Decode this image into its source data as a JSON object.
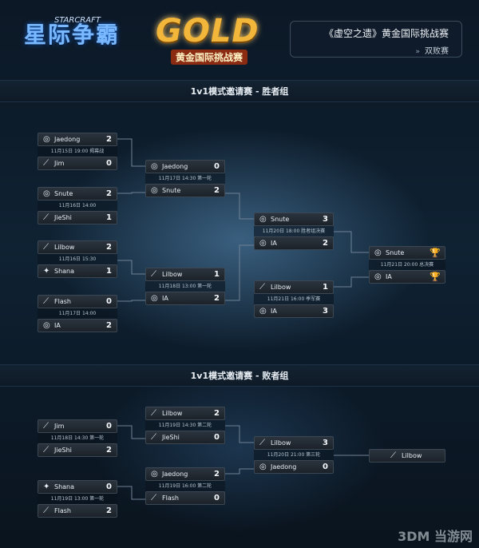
{
  "header": {
    "logo_left": "星际争霸",
    "logo_left_sub": "STARCRAFT",
    "logo_gold": "GOLD",
    "logo_gold_sub": "黄金国际挑战赛",
    "title": "《虚空之遗》黄金国际挑战赛",
    "subtitle": "双败赛"
  },
  "sections": {
    "winners": "1v1模式邀请赛 - 胜者组",
    "losers": "1v1模式邀请赛 - 败者组"
  },
  "winners": {
    "r1": [
      {
        "p1": "Jaedong",
        "s1": "2",
        "p2": "Jim",
        "s2": "0",
        "info": "11月15日 19:00 揭幕战"
      },
      {
        "p1": "Snute",
        "s1": "2",
        "p2": "JieShi",
        "s2": "1",
        "info": "11月16日 14:00"
      },
      {
        "p1": "Lilbow",
        "s1": "2",
        "p2": "Shana",
        "s2": "1",
        "info": "11月16日 15:30"
      },
      {
        "p1": "Flash",
        "s1": "0",
        "p2": "IA",
        "s2": "2",
        "info": "11月17日 14:00"
      }
    ],
    "r2": [
      {
        "p1": "Jaedong",
        "s1": "0",
        "p2": "Snute",
        "s2": "2",
        "info": "11月17日 14:30 第一轮"
      },
      {
        "p1": "Lilbow",
        "s1": "1",
        "p2": "IA",
        "s2": "2",
        "info": "11月18日 13:00 第一轮"
      }
    ],
    "r3": [
      {
        "p1": "Snute",
        "s1": "3",
        "p2": "IA",
        "s2": "2",
        "info": "11月20日 18:00 胜者组决赛"
      },
      {
        "p1": "Lilbow",
        "s1": "1",
        "p2": "IA",
        "s2": "3",
        "info": "11月21日 16:00 季军赛"
      }
    ],
    "final": {
      "p1": "Snute",
      "p2": "IA",
      "info": "11月21日 20:00 总决赛"
    }
  },
  "losers": {
    "r1": [
      {
        "p1": "Jim",
        "s1": "0",
        "p2": "JieShi",
        "s2": "2",
        "info": "11月18日 14:30 第一轮"
      },
      {
        "p1": "Shana",
        "s1": "0",
        "p2": "Flash",
        "s2": "2",
        "info": "11月19日 13:00 第一轮"
      }
    ],
    "r2": [
      {
        "p1": "Lilbow",
        "s1": "2",
        "p2": "JieShi",
        "s2": "0",
        "info": "11月19日 14:30 第二轮"
      },
      {
        "p1": "Jaedong",
        "s1": "2",
        "p2": "Flash",
        "s2": "0",
        "info": "11月19日 16:00 第二轮"
      }
    ],
    "r3": [
      {
        "p1": "Lilbow",
        "s1": "3",
        "p2": "Jaedong",
        "s2": "0",
        "info": "11月20日 21:00 第三轮"
      }
    ],
    "winner": "Lilbow"
  },
  "icons": {
    "zerg": "zerg-icon",
    "protoss": "protoss-icon",
    "terran": "terran-icon",
    "trophy": "trophy-icon"
  },
  "watermark": "3DM 当游网"
}
